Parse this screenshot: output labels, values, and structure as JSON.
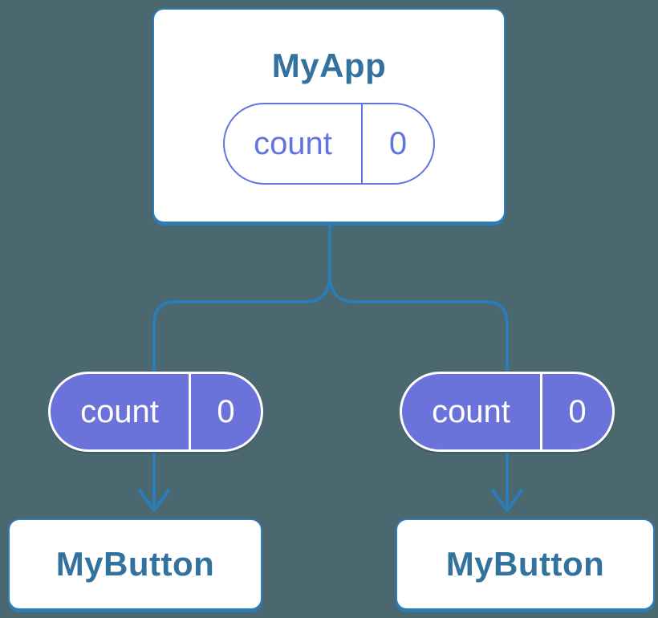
{
  "colors": {
    "bg": "#4B6770",
    "line": "#2D7CB4",
    "node-text": "#33719E",
    "node-bg": "#FFFFFF",
    "purple": "#6B73DB",
    "purple-outline": "#6373E0",
    "pill-text-light": "#FFFFFF"
  },
  "root": {
    "title": "MyApp",
    "state_name": "count",
    "state_value": "0"
  },
  "children": [
    {
      "title": "MyButton",
      "state_name": "count",
      "state_value": "0"
    },
    {
      "title": "MyButton",
      "state_name": "count",
      "state_value": "0"
    }
  ]
}
